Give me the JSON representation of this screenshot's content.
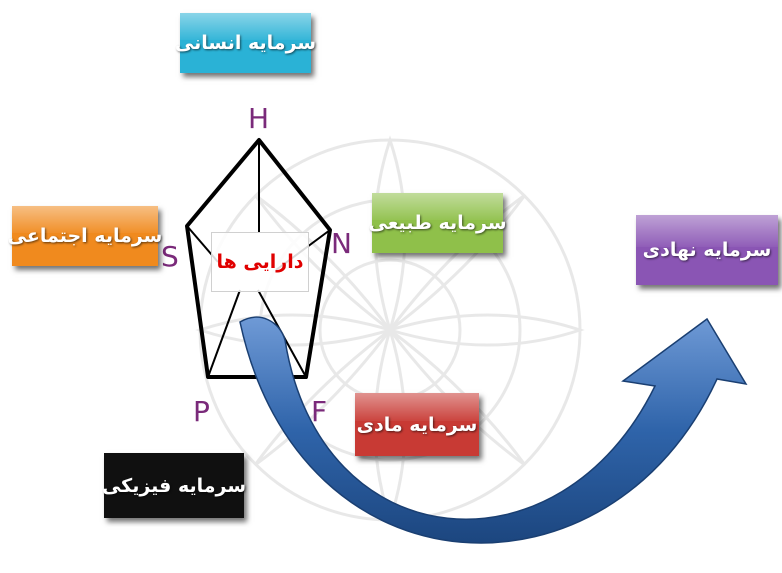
{
  "diagram": {
    "center_label": "دارایی ها",
    "vertex_letters": {
      "h": "H",
      "n": "N",
      "f": "F",
      "p": "P",
      "s": "S"
    },
    "capitals": {
      "human": "سرمایه انسانی",
      "natural": "سرمایه طبیعی",
      "social": "سرمایه اجتماعی",
      "financial": "سرمایه مادی",
      "physical": "سرمایه فیزیکی",
      "institutional": "سرمایه نهادی"
    },
    "colors": {
      "human": "#2ab2d6",
      "natural": "#8fc04a",
      "social": "#f08a1e",
      "financial": "#c83a34",
      "physical": "#101010",
      "institutional": "#8a55b4",
      "letters": "#7a2a7a",
      "center_text": "#e00000",
      "arrow": "#2f64aa"
    }
  }
}
